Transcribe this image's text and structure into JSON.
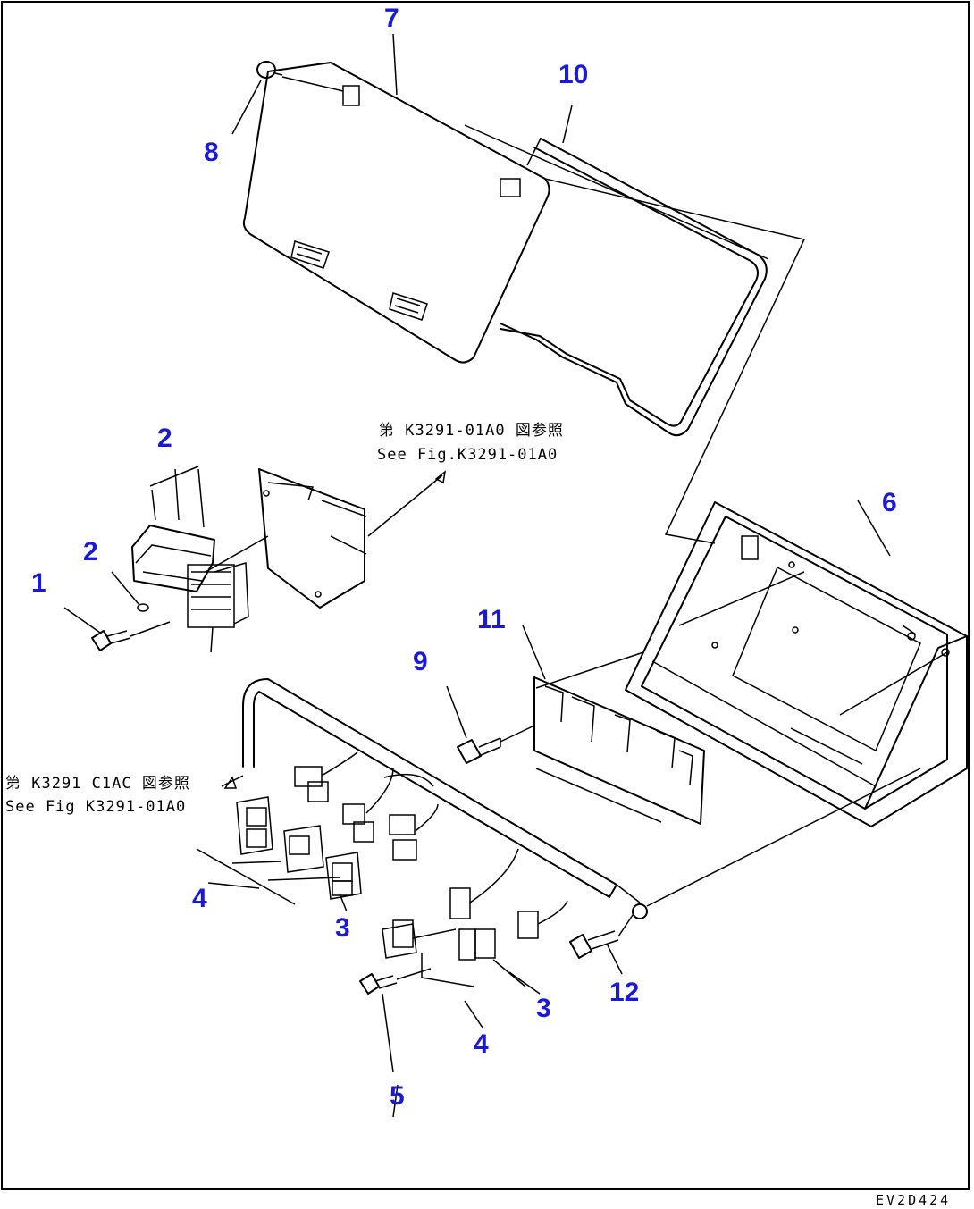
{
  "callouts": {
    "c7": "7",
    "c8": "8",
    "c10": "10",
    "c2a": "2",
    "c2b": "2",
    "c1": "1",
    "c6": "6",
    "c11": "11",
    "c9": "9",
    "c4a": "4",
    "c3a": "3",
    "c5": "5",
    "c4b": "4",
    "c3b": "3",
    "c12": "12"
  },
  "notes": {
    "upper_ja": "第 K3291-01A0 図参照",
    "upper_en": "See Fig.K3291-01A0",
    "lower_ja": "第 K3291 C1AC 図参照",
    "lower_en": "See Fig K3291-01A0"
  },
  "drawing_id": "EV2D424",
  "colors": {
    "callout": "#1a1ad6",
    "line": "#000000"
  }
}
